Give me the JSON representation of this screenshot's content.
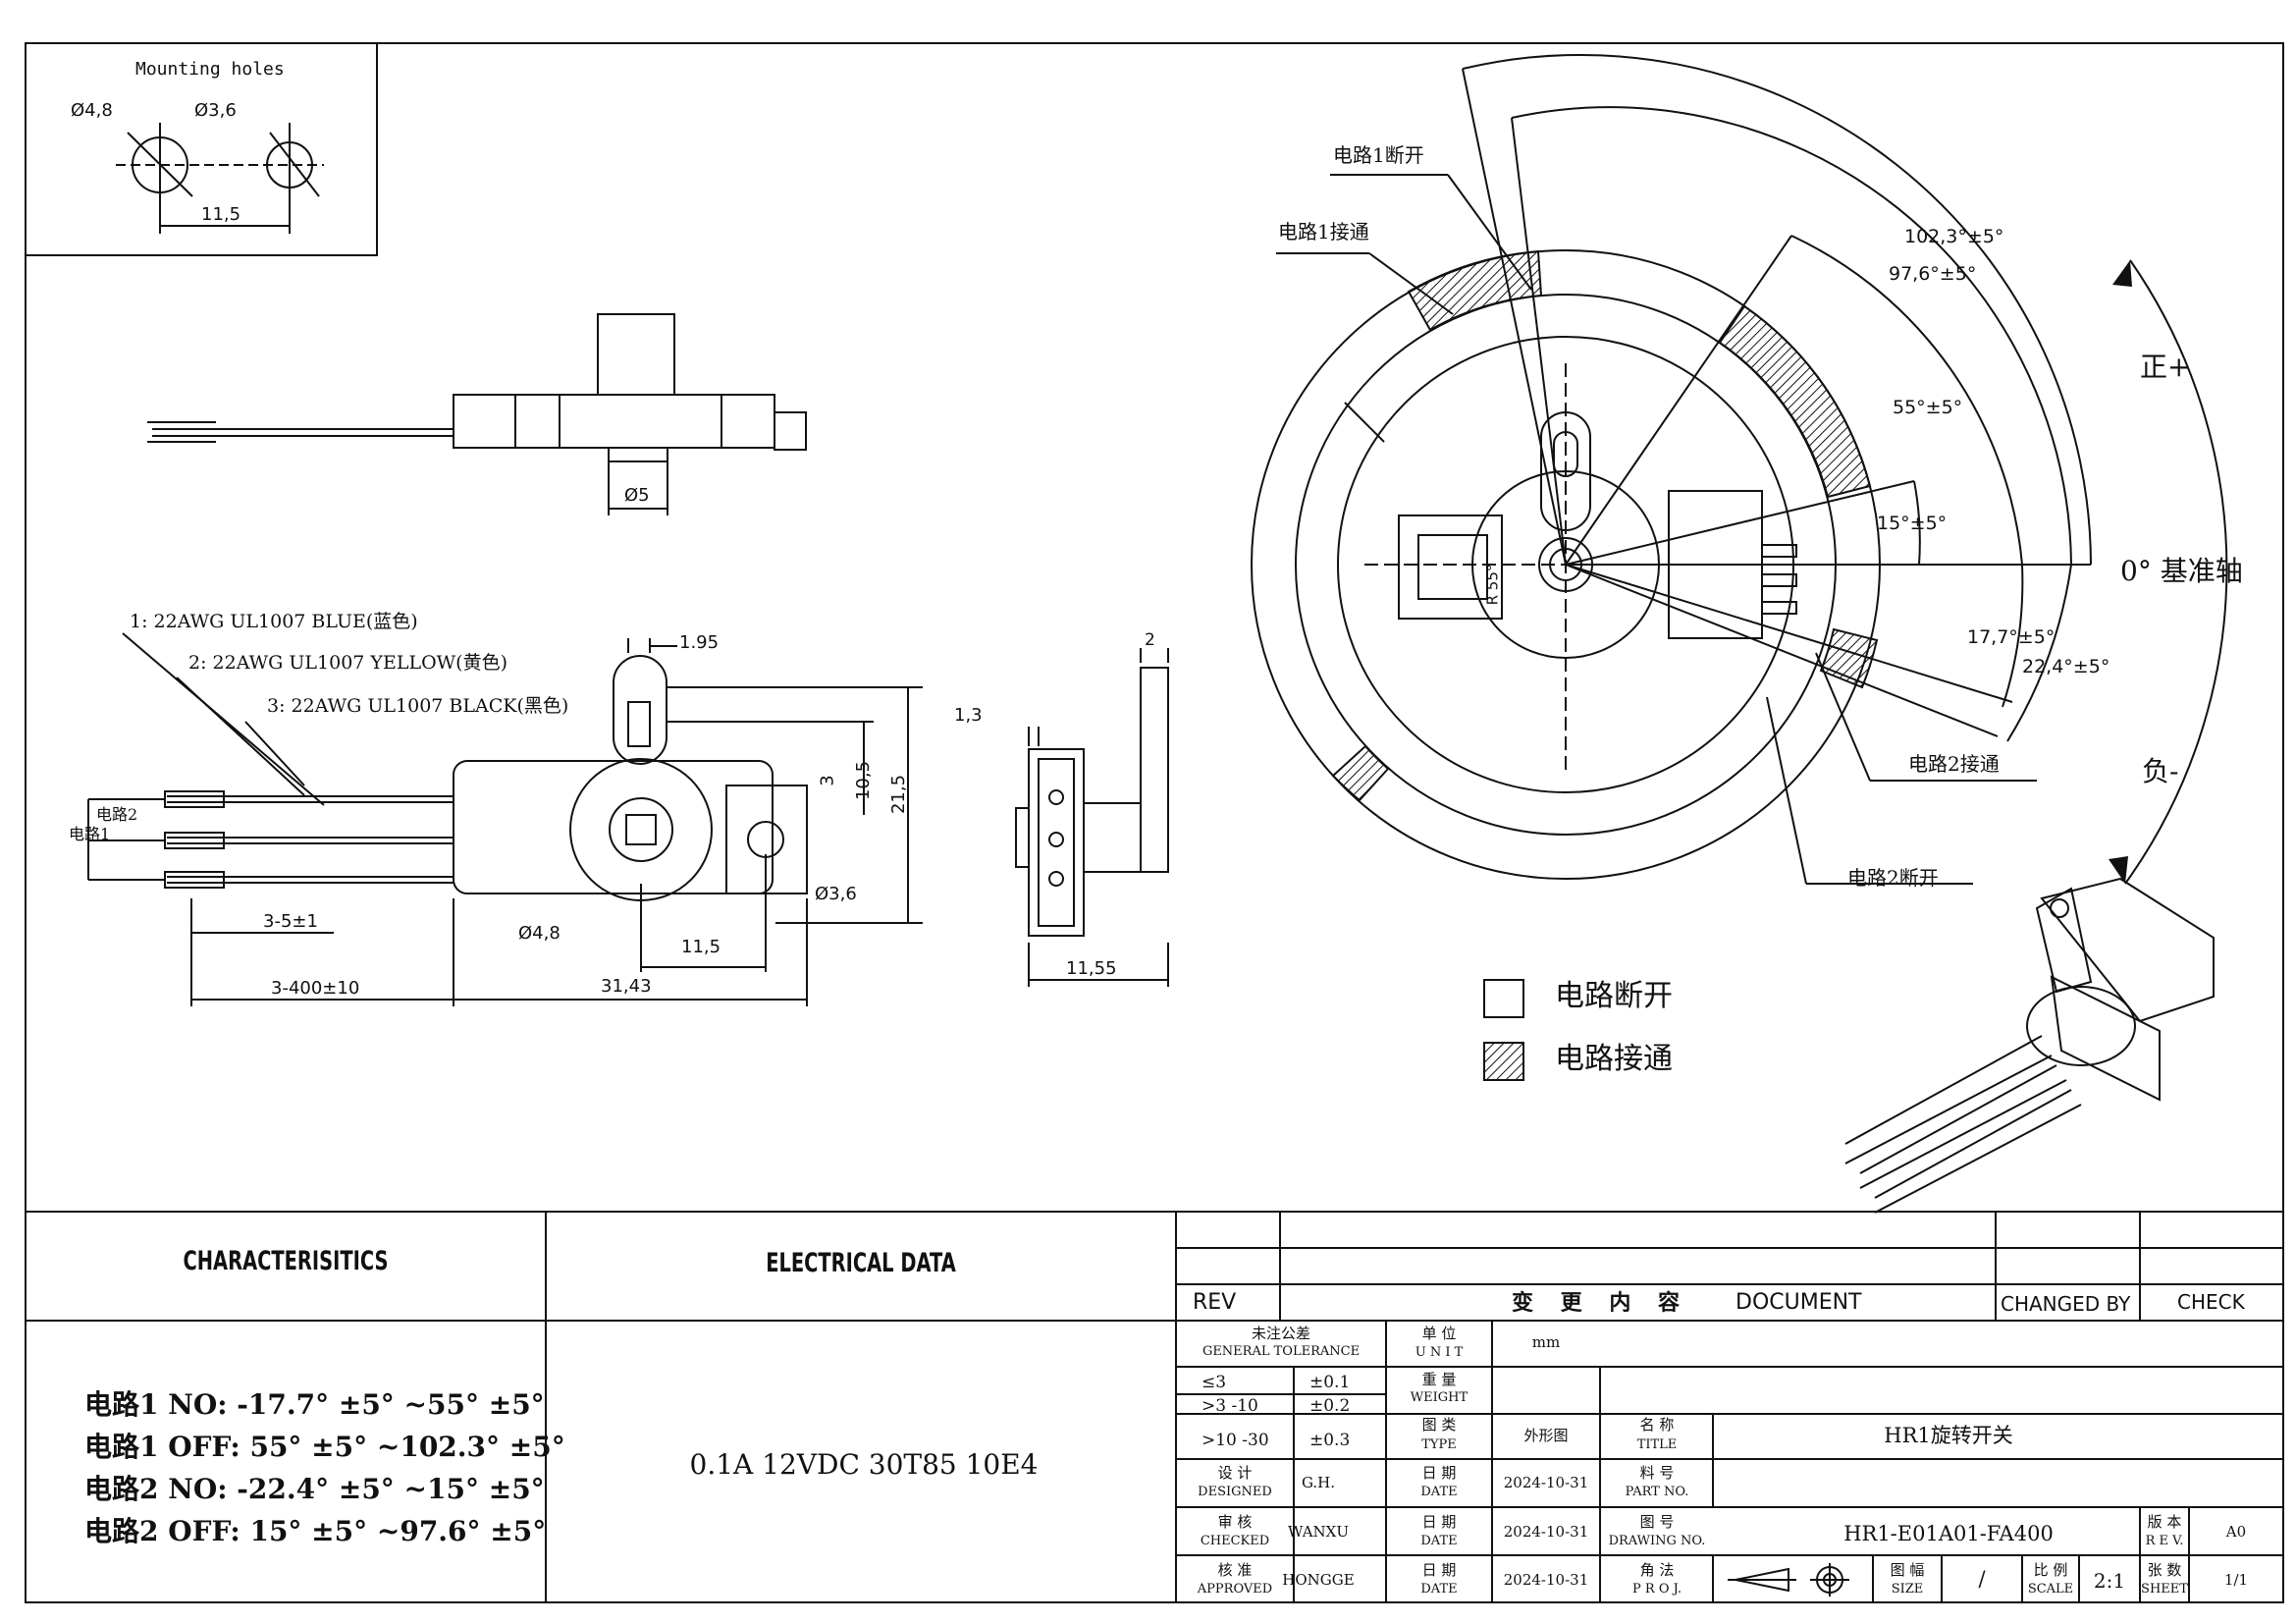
{
  "mounting_holes": {
    "title": "Mounting holes",
    "d1": "Ø4,8",
    "d2": "Ø3,6",
    "spacing": "11,5"
  },
  "side_view": {
    "shaft_dia": "Ø5"
  },
  "front_view": {
    "wire1": "1: 22AWG UL1007 BLUE(蓝色)",
    "wire2": "2: 22AWG UL1007 YELLOW(黄色)",
    "wire3": "3: 22AWG UL1007 BLACK(黑色)",
    "circuit2": "电路2",
    "circuit1": "电路1",
    "dim_195": "1.95",
    "dim_3": "3",
    "dim_105": "10,5",
    "dim_215": "21,5",
    "dim_36": "Ø3,6",
    "dim_48": "Ø4,8",
    "dim_115": "11,5",
    "dim_strip": "3-5±1",
    "dim_wire": "3-400±10",
    "dim_body": "31,43"
  },
  "end_view": {
    "dim_2": "2",
    "dim_13": "1,3",
    "dim_1155": "11,55"
  },
  "rotation": {
    "c1_off": "电路1断开",
    "c1_on": "电路1接通",
    "a1023": "102,3°±5°",
    "a976": "97,6°±5°",
    "a55": "55°±5°",
    "a15": "15°±5°",
    "a177": "17,7°±5°",
    "a224": "22,4°±5°",
    "zero": "0°  基准轴",
    "pos": "正+",
    "neg": "负-",
    "c2_on": "电路2接通",
    "c2_off": "电路2断开",
    "r55": "R 55°"
  },
  "legend": {
    "open": "电路断开",
    "closed": "电路接通"
  },
  "characteristics": {
    "header": "CHARACTERISITICS",
    "lines": [
      "电路1 NO:  -17.7° ±5° ~55° ±5°",
      "电路1 OFF: 55° ±5° ~102.3° ±5°",
      "电路2 NO:  -22.4° ±5° ~15° ±5°",
      "电路2 OFF: 15° ±5° ~97.6° ±5°"
    ]
  },
  "electrical": {
    "header": "ELECTRICAL DATA",
    "value": "0.1A 12VDC 30T85 10E4"
  },
  "title_block": {
    "rev": "REV",
    "change_content": "变 更 内 容",
    "document": "DOCUMENT",
    "changed_by": "CHANGED BY",
    "check": "CHECK",
    "gen_tol_cn": "未注公差",
    "gen_tol_en": "GENERAL TOLERANCE",
    "tol_rows": [
      {
        "range": "≤3",
        "tol": "±0.1"
      },
      {
        "range": ">3 -10",
        "tol": "±0.2"
      },
      {
        "range": ">10 -30",
        "tol": "±0.3"
      }
    ],
    "unit_cn": "单 位",
    "unit_en": "U N I T",
    "unit_val": "mm",
    "weight_cn": "重 量",
    "weight_en": "WEIGHT",
    "type_cn": "图 类",
    "type_en": "TYPE",
    "type_val": "外形图",
    "title_cn": "名 称",
    "title_en": "TITLE",
    "title_val": "HR1旋转开关",
    "designed_cn": "设 计",
    "designed_en": "DESIGNED",
    "designed_val": "G.H.",
    "date_cn": "日 期",
    "date_en": "DATE",
    "date_val": "2024-10-31",
    "partno_cn": "料 号",
    "partno_en": "PART NO.",
    "checked_cn": "审 核",
    "checked_en": "CHECKED",
    "checked_val": "WANXU",
    "drawno_cn": "图 号",
    "drawno_en": "DRAWING NO.",
    "drawno_val": "HR1-E01A01-FA400",
    "revno_cn": "版 本",
    "revno_en": "R E V.",
    "revno_val": "A0",
    "approved_cn": "核 准",
    "approved_en": "APPROVED",
    "approved_val": "HONGGE",
    "proj_cn": "角 法",
    "proj_en": "P R O J.",
    "size_cn": "图 幅",
    "size_en": "SIZE",
    "size_val": "/",
    "scale_cn": "比 例",
    "scale_en": "SCALE",
    "scale_val": "2:1",
    "sheet_cn": "张 数",
    "sheet_en": "SHEET",
    "sheet_val": "1/1"
  }
}
